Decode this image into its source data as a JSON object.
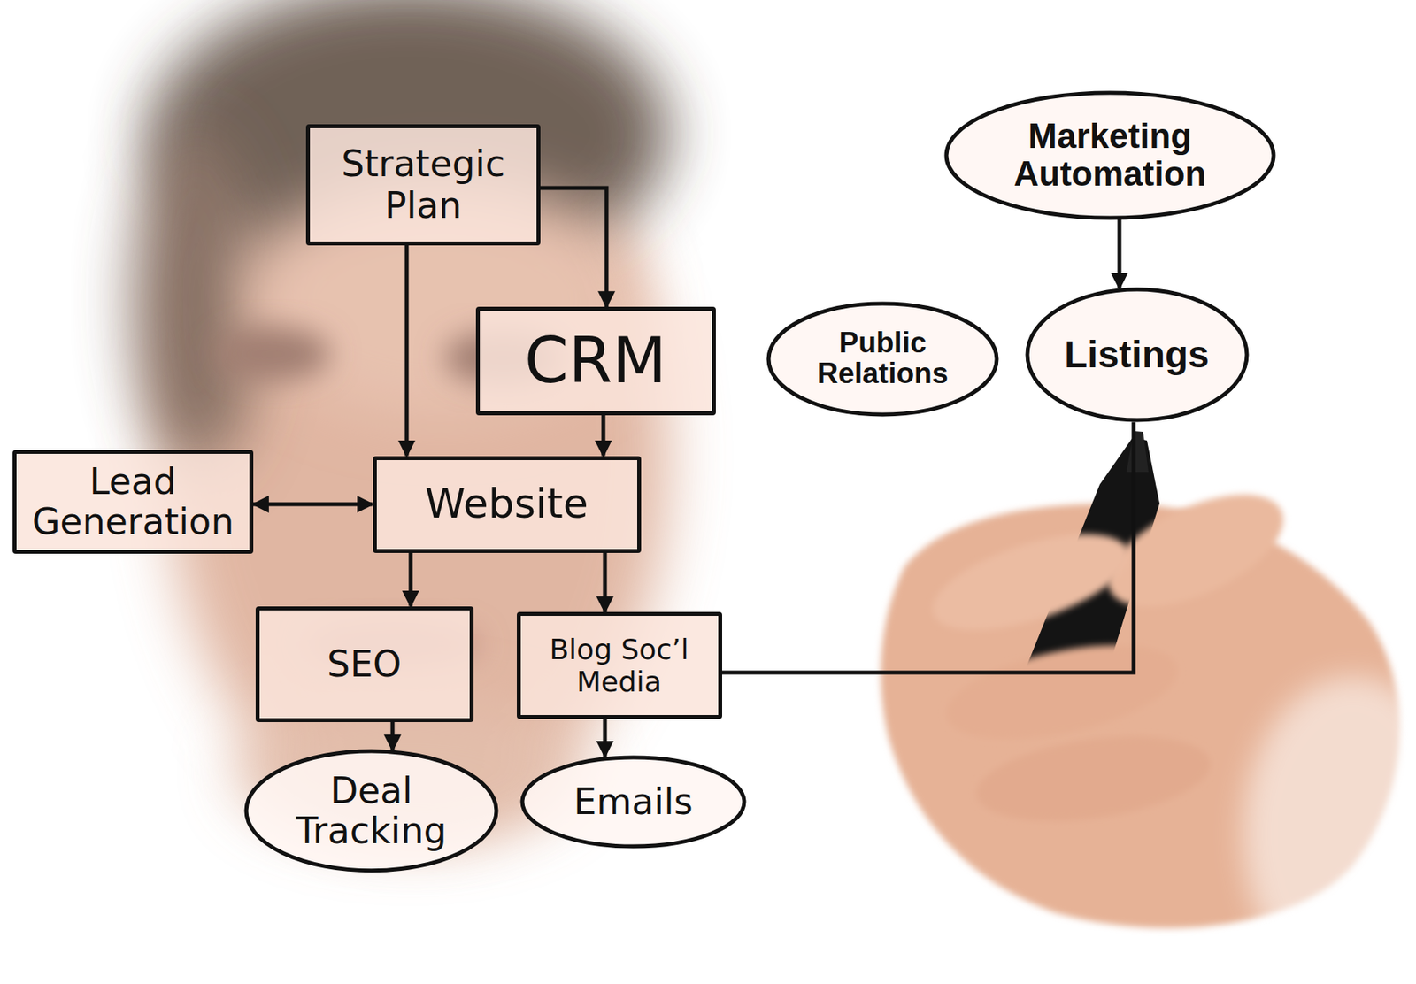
{
  "diagram": {
    "nodes": [
      {
        "text": [
          "Strategic Plan"
        ]
      },
      {
        "text": [
          "Marketing Automation"
        ]
      },
      {
        "text": [
          "CRM"
        ]
      },
      {
        "text": [
          "Public Relations"
        ]
      },
      {
        "text": [
          "Listings"
        ]
      },
      {
        "text": [
          "Lead Generation"
        ]
      },
      {
        "text": [
          "Website"
        ]
      },
      {
        "text": [
          "SEO"
        ]
      },
      {
        "text": [
          "Blog Soc’l Media"
        ]
      },
      {
        "text": [
          "Deal Tracking"
        ]
      },
      {
        "text": [
          "Emails"
        ]
      }
    ],
    "edges": [
      {
        "from": 0,
        "to": 2,
        "arrow": "to"
      },
      {
        "from": 0,
        "to": 6,
        "arrow": "to"
      },
      {
        "from": 2,
        "to": 6,
        "arrow": "to"
      },
      {
        "from": 5,
        "to": 6,
        "arrow": "both"
      },
      {
        "from": 6,
        "to": 7,
        "arrow": "to"
      },
      {
        "from": 6,
        "to": 8,
        "arrow": "to"
      },
      {
        "from": 7,
        "to": 9,
        "arrow": "to"
      },
      {
        "from": 8,
        "to": 10,
        "arrow": "to"
      },
      {
        "from": 1,
        "to": 4,
        "arrow": "to"
      },
      {
        "from": 8,
        "to": 4,
        "arrow": "none"
      }
    ]
  }
}
